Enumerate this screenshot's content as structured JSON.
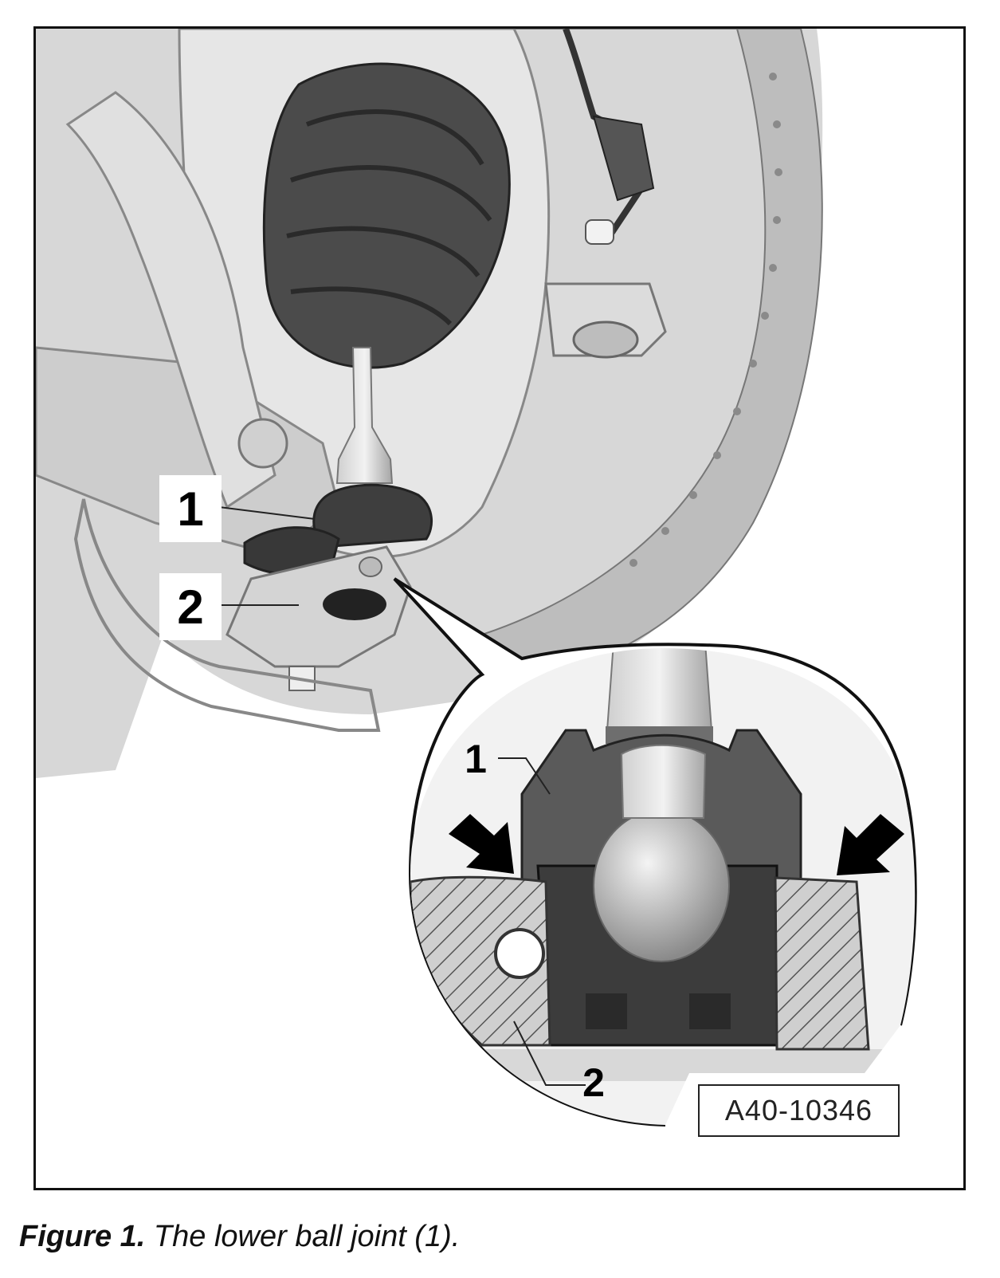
{
  "figure": {
    "callouts": {
      "main_1": "1",
      "main_2": "2",
      "detail_1": "1",
      "detail_2": "2"
    },
    "reference_code": "A40-10346"
  },
  "caption": {
    "label": "Figure 1.",
    "text": " The lower ball joint (1)."
  }
}
